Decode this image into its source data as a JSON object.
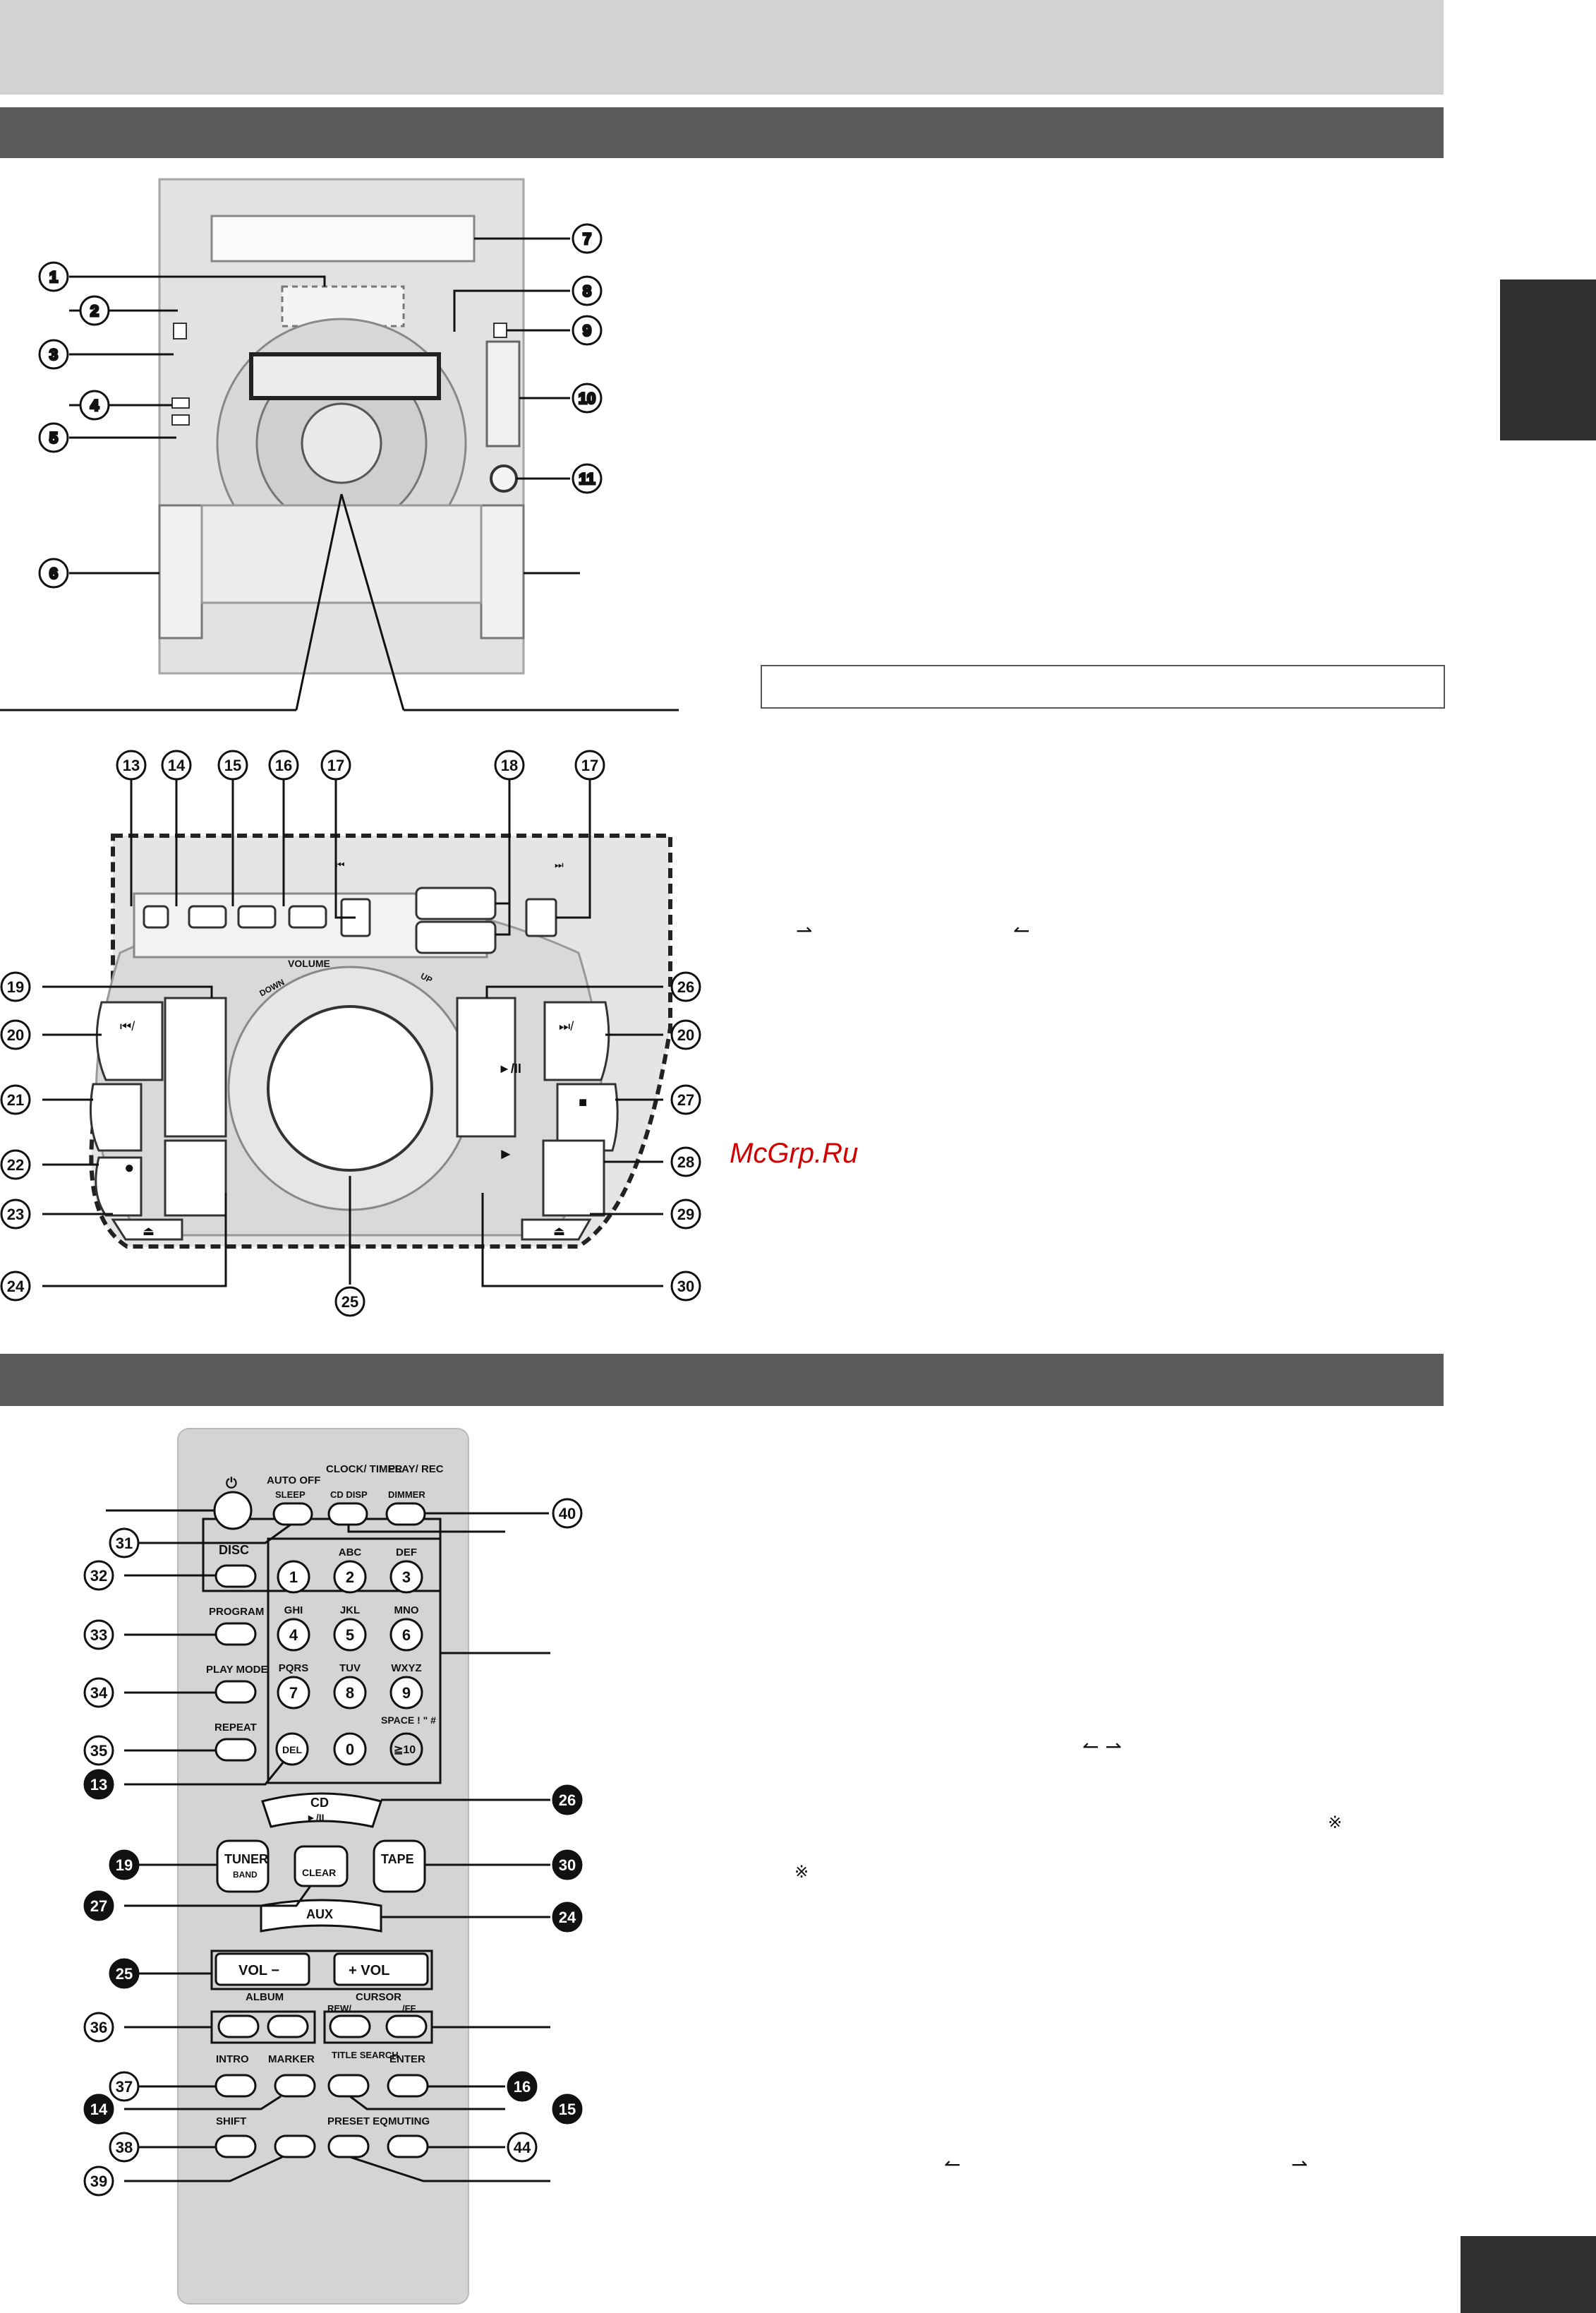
{
  "watermark": "McGrp.Ru",
  "main_unit": {
    "callouts": [
      "1",
      "2",
      "3",
      "4",
      "5",
      "6",
      "7",
      "8",
      "9",
      "10",
      "11"
    ]
  },
  "control_panel": {
    "callouts_top": [
      "13",
      "14",
      "15",
      "16",
      "17",
      "18",
      "17"
    ],
    "callouts_left": [
      "19",
      "20",
      "21",
      "22",
      "23",
      "24"
    ],
    "callouts_right": [
      "26",
      "20",
      "27",
      "28",
      "29",
      "30"
    ],
    "callout_bottom": "25",
    "labels": {
      "skip_back": "⏮",
      "skip_fwd": "⏭",
      "volume": "VOLUME",
      "down": "DOWN",
      "up": "UP",
      "play_pause": "►/II",
      "stop": "■",
      "play": "►",
      "record": "●",
      "eject": "⏏",
      "prev_skip": "⏮/",
      "next_skip": "⏭/"
    }
  },
  "remote": {
    "callouts_left": [
      "31",
      "32",
      "33",
      "34",
      "35",
      "13",
      "19",
      "27",
      "25",
      "36",
      "37",
      "14",
      "38",
      "39"
    ],
    "callouts_right": [
      "40",
      "26",
      "30",
      "24",
      "16",
      "15",
      "44"
    ],
    "labels": {
      "power": "⏻",
      "auto_off": "AUTO OFF",
      "sleep": "SLEEP",
      "clock_timer": "CLOCK/\nTIMER",
      "cd_disp": "CD DISP",
      "play_rec": "PLAY/\nREC",
      "dimmer": "DIMMER",
      "disc": "DISC",
      "program": "PROGRAM",
      "play_mode": "PLAY MODE",
      "repeat": "REPEAT",
      "del": "DEL",
      "cd": "CD",
      "cd_sub": "►/II",
      "tuner": "TUNER",
      "band": "BAND",
      "clear": "CLEAR",
      "tape": "TAPE",
      "aux": "AUX",
      "vol_minus": "VOL −",
      "vol_plus": "+ VOL",
      "album": "ALBUM",
      "cursor": "CURSOR",
      "rew": "REW/",
      "ff": "/FF",
      "intro": "INTRO",
      "marker": "MARKER",
      "title_search": "TITLE\nSEARCH",
      "enter": "ENTER",
      "shift": "SHIFT",
      "preset_eq": "PRESET EQ",
      "muting": "MUTING",
      "space": "SPACE ! \" #",
      "ge10": "≧10"
    },
    "keypad": [
      {
        "num": "1",
        "letters": ""
      },
      {
        "num": "2",
        "letters": "ABC"
      },
      {
        "num": "3",
        "letters": "DEF"
      },
      {
        "num": "4",
        "letters": "GHI"
      },
      {
        "num": "5",
        "letters": "JKL"
      },
      {
        "num": "6",
        "letters": "MNO"
      },
      {
        "num": "7",
        "letters": "PQRS"
      },
      {
        "num": "8",
        "letters": "TUV"
      },
      {
        "num": "9",
        "letters": "WXYZ"
      },
      {
        "num": "0",
        "letters": ""
      }
    ]
  },
  "text_fragments": {
    "arrow_right_1": "⇀",
    "arrow_left_1": "↼",
    "arrow_pair": "↼ ⇀",
    "ref_mark_1": "※",
    "ref_mark_2": "※",
    "arrow_left_2": "↼",
    "arrow_right_2": "⇀"
  }
}
